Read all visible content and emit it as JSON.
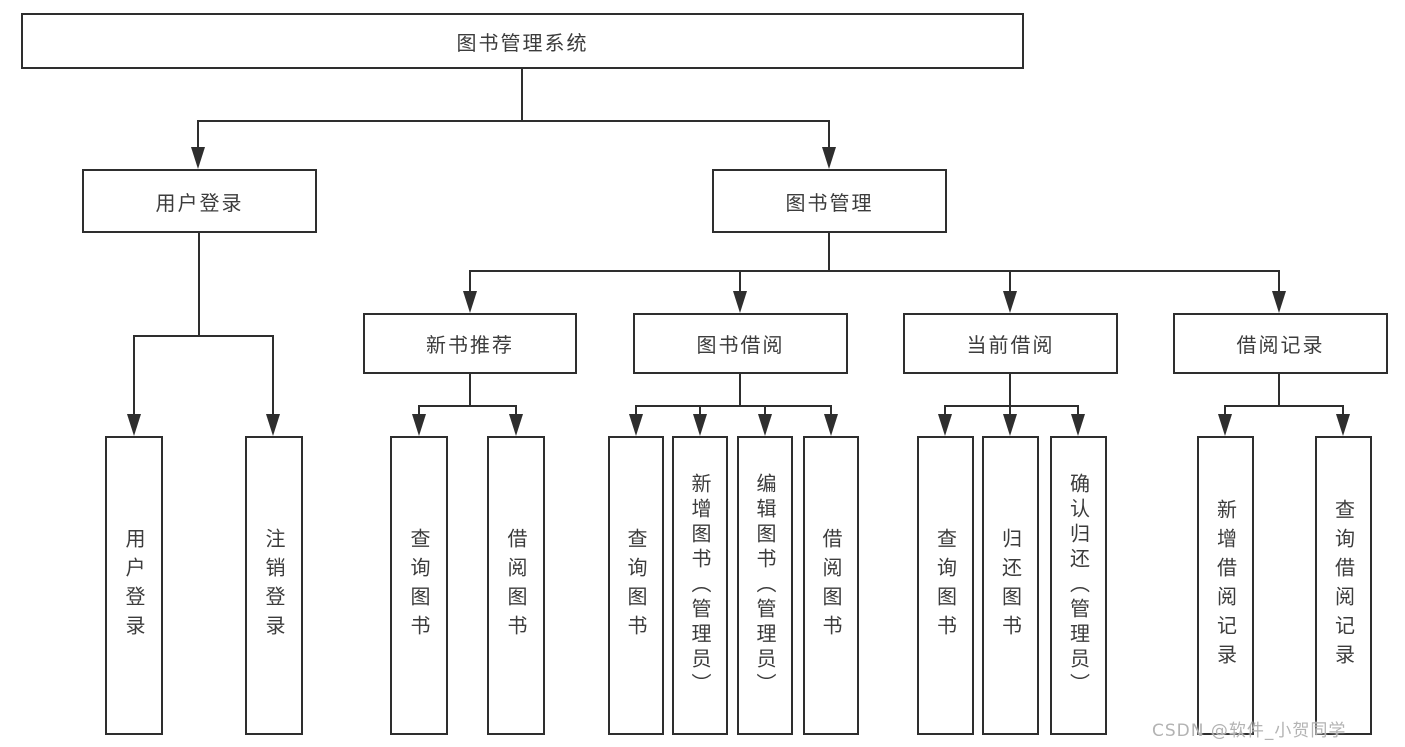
{
  "diagram": {
    "title": "图书管理系统",
    "root": {
      "label": "图书管理系统"
    },
    "level2": [
      {
        "label": "用户登录"
      },
      {
        "label": "图书管理"
      }
    ],
    "level3": [
      {
        "label": "新书推荐"
      },
      {
        "label": "图书借阅"
      },
      {
        "label": "当前借阅"
      },
      {
        "label": "借阅记录"
      }
    ],
    "leaves": {
      "user_login": [
        {
          "label": "用户登录"
        },
        {
          "label": "注销登录"
        }
      ],
      "new_book_rec": [
        {
          "label": "查询图书"
        },
        {
          "label": "借阅图书"
        }
      ],
      "book_borrow": [
        {
          "label": "查询图书"
        },
        {
          "label": "新增图书（管理员）"
        },
        {
          "label": "编辑图书（管理员）"
        },
        {
          "label": "借阅图书"
        }
      ],
      "current_borrow": [
        {
          "label": "查询图书"
        },
        {
          "label": "归还图书"
        },
        {
          "label": "确认归还（管理员）"
        }
      ],
      "borrow_records": [
        {
          "label": "新增借阅记录"
        },
        {
          "label": "查询借阅记录"
        }
      ]
    },
    "colors": {
      "line": "#2e2e2e",
      "text": "#3c3c3c",
      "background": "#ffffff",
      "watermark": "#b3b3b3"
    }
  },
  "watermark": {
    "text": "CSDN @软件_小贺同学"
  }
}
